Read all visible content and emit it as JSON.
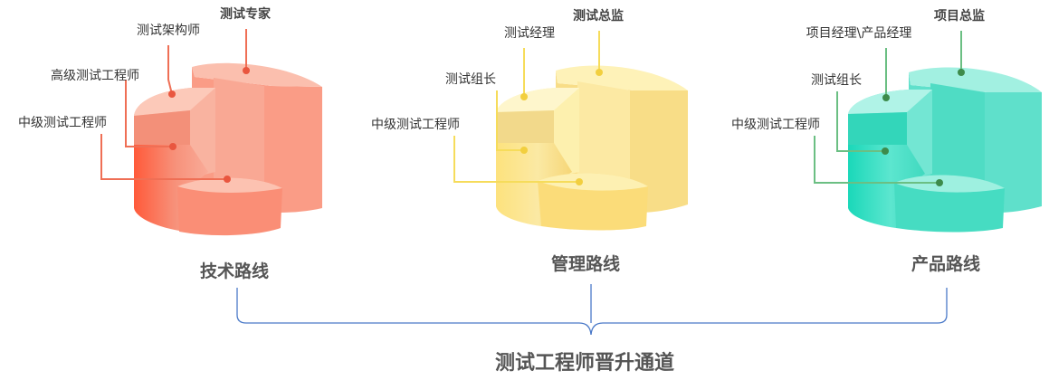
{
  "title": "测试工程师晋升通道",
  "paths": [
    {
      "name": "技术路线",
      "theme": "red",
      "colors": {
        "light": "#f9b6a1",
        "mid": "#f7957f",
        "dark": "#f1684d",
        "line": "#ef6f55",
        "dot": "#e9563f"
      },
      "roles": [
        "测试专家",
        "测试架构师",
        "高级测试工程师",
        "中级测试工程师"
      ]
    },
    {
      "name": "管理路线",
      "theme": "yellow",
      "colors": {
        "light": "#fdf0ae",
        "mid": "#fbe28b",
        "dark": "#f7d26b",
        "line": "#f6dc5b",
        "dot": "#f2cf3f"
      },
      "roles": [
        "测试总监",
        "测试经理",
        "测试组长",
        "中级测试工程师"
      ]
    },
    {
      "name": "产品路线",
      "theme": "teal",
      "colors": {
        "light": "#9eeede",
        "mid": "#5fe1c9",
        "dark": "#22d1b3",
        "line": "#6bbf83",
        "dot": "#3d8b4b"
      },
      "roles": [
        "项目总监",
        "项目经理\\产品经理",
        "测试组长",
        "中级测试工程师"
      ]
    }
  ],
  "brace_color": "#4a79c8"
}
